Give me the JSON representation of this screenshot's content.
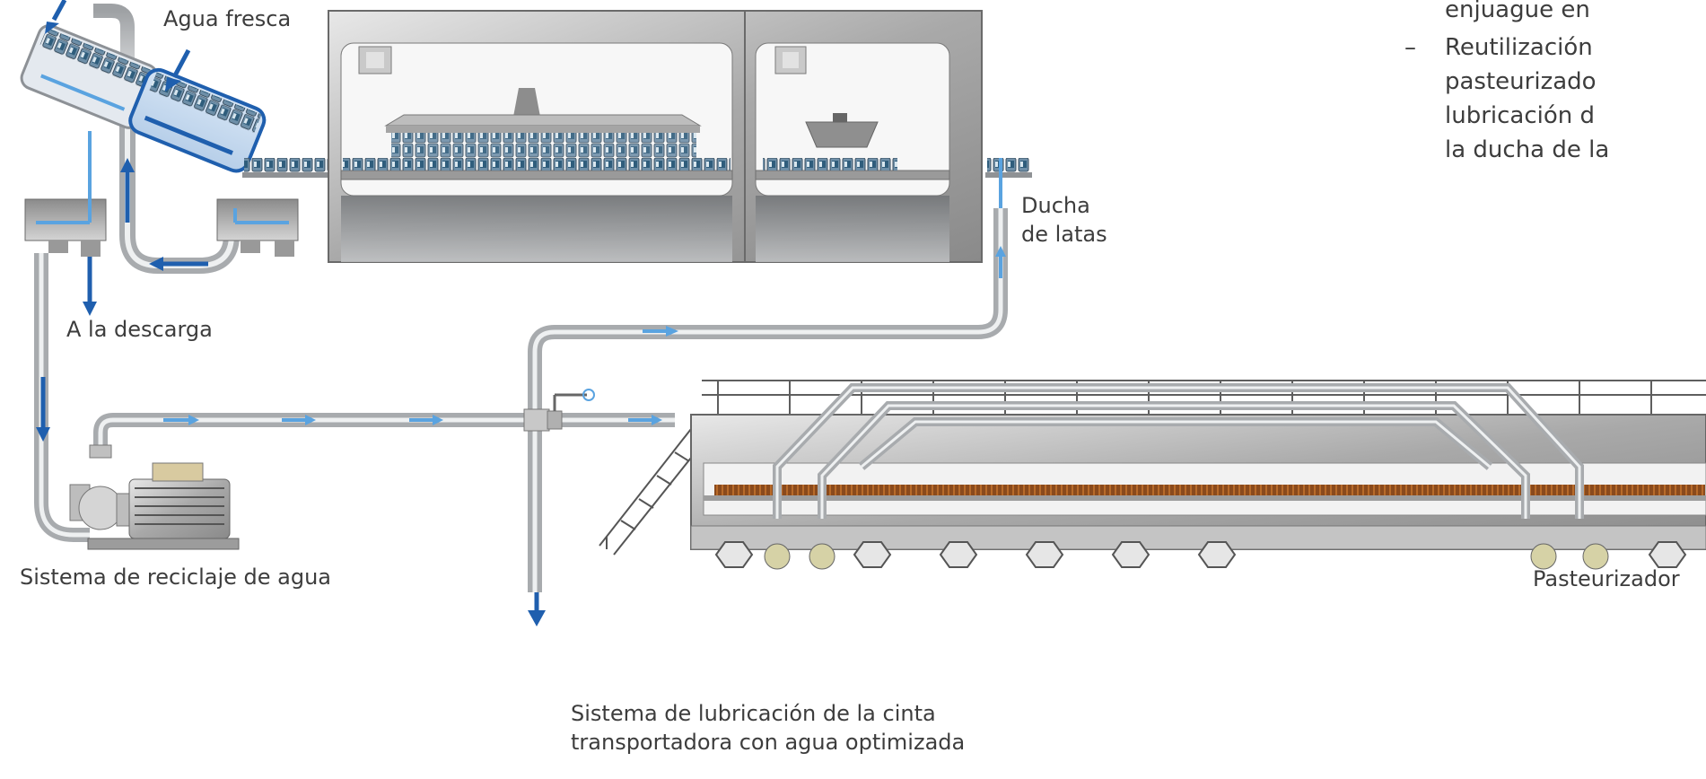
{
  "labels": {
    "fresh_water": "Agua fresca",
    "to_drain": "A la descarga",
    "recycling_system": "Sistema de reciclaje de agua",
    "can_shower_l1": "Ducha",
    "can_shower_l2": "de latas",
    "lubrication_l1": "Sistema de lubricación de la cinta",
    "lubrication_l2": "transportadora con agua optimizada",
    "pasteurizer": "Pasteurizador"
  },
  "bullets": {
    "line0": "enjuague en",
    "dash": "–",
    "line1": "Reutilización",
    "line2": "pasteurizado",
    "line3": "lubricación d",
    "line4": "la ducha de la"
  },
  "colors": {
    "flow_dark": "#1f5fae",
    "flow_light": "#5aa3e0",
    "pipe": "#b9bcbf",
    "machine_frame": "#9a9a9a",
    "highlight_box": "#c9dcf0"
  }
}
